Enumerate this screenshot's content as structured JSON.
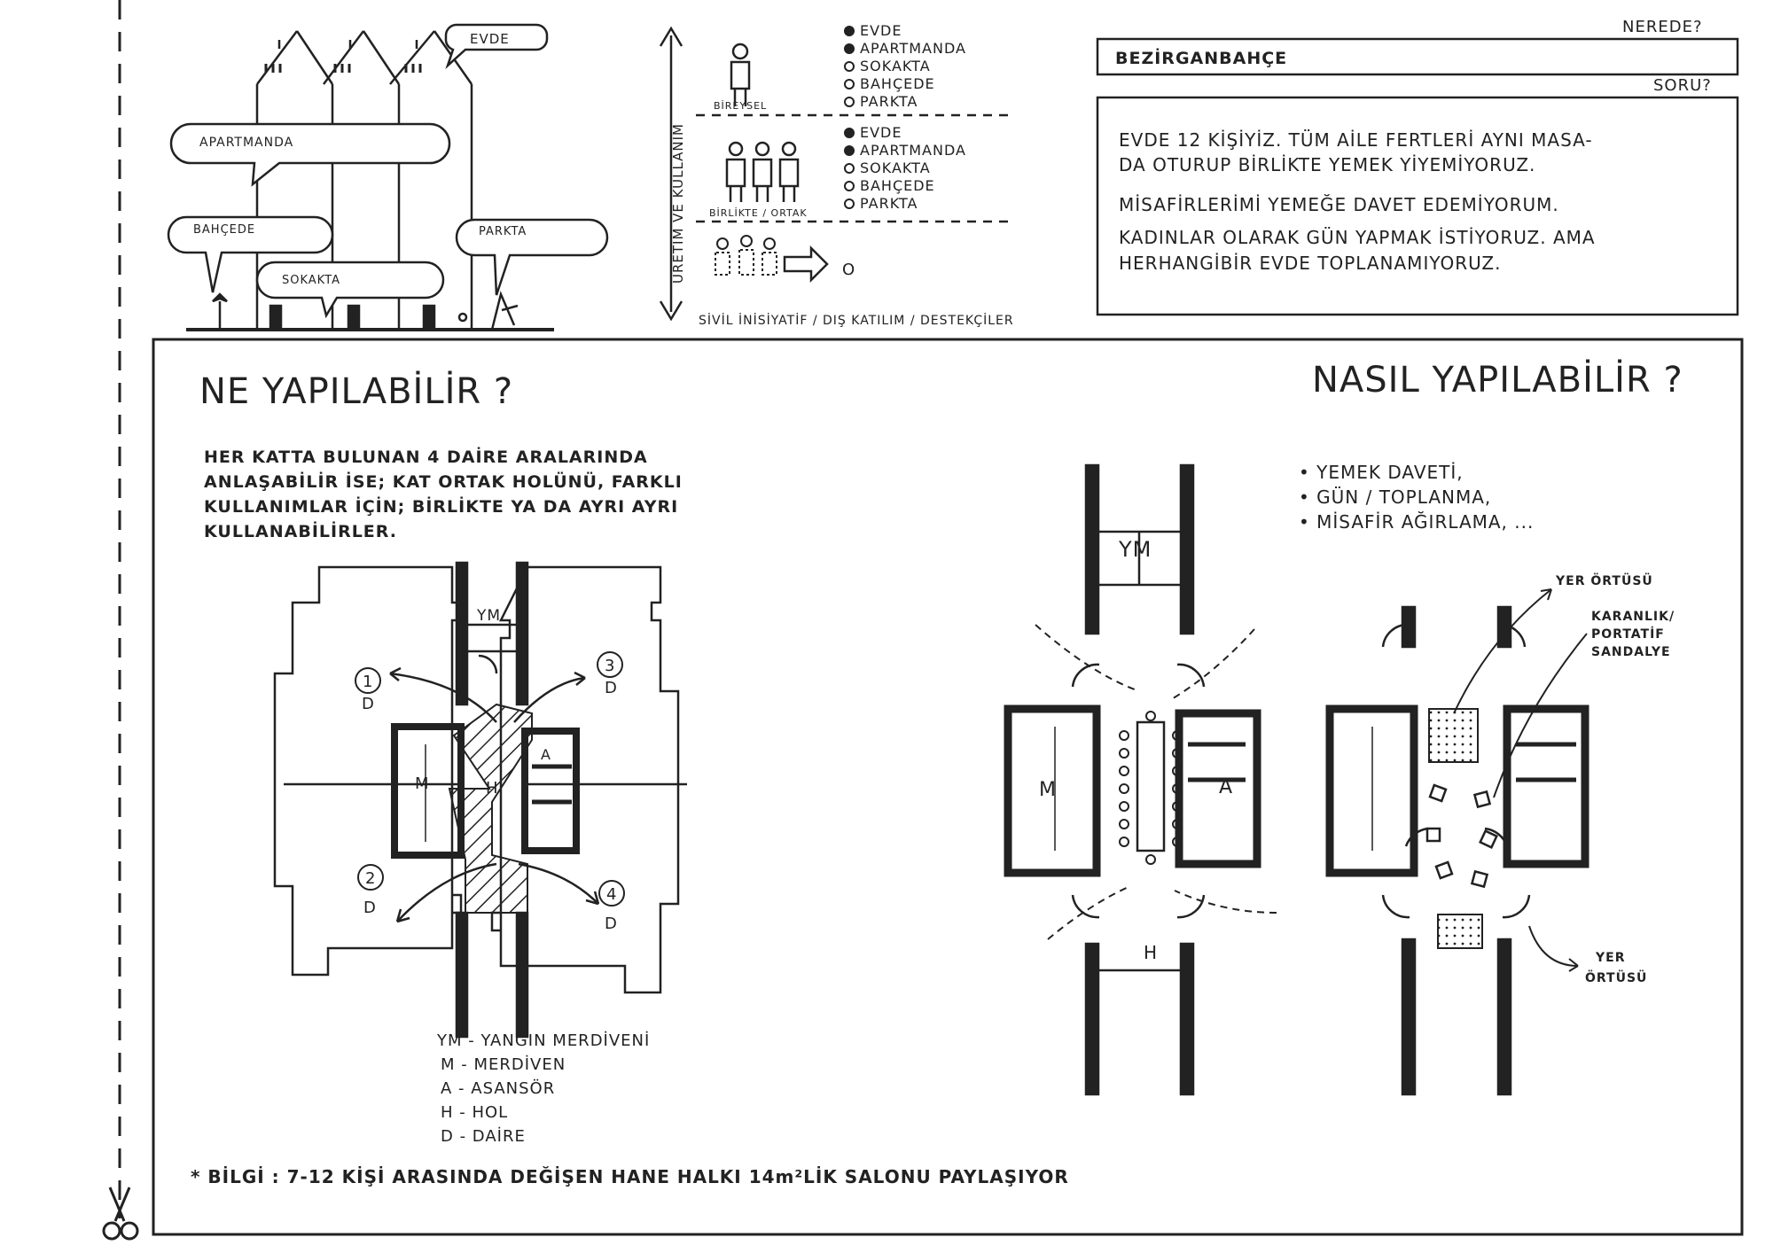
{
  "top_left": {
    "bubbles": [
      "EVDE",
      "APARTMANDA",
      "BAHÇEDE",
      "SOKAKTA",
      "PARKTA"
    ]
  },
  "legend_block": {
    "vertical_label": "ÜRETİM VE KULLANIM",
    "bottom_label": "SİVİL İNİSİYATİF / DIŞ KATILIM / DESTEKÇİLER",
    "group1_label": "BİREYSEL",
    "group2_label": "BİRLİKTE / ORTAK",
    "group1_items": [
      {
        "label": "EVDE",
        "filled": true
      },
      {
        "label": "APARTMANDA",
        "filled": true
      },
      {
        "label": "SOKAKTA",
        "filled": false
      },
      {
        "label": "BAHÇEDE",
        "filled": false
      },
      {
        "label": "PARKTA",
        "filled": false
      }
    ],
    "group2_items": [
      {
        "label": "EVDE",
        "filled": true
      },
      {
        "label": "APARTMANDA",
        "filled": true
      },
      {
        "label": "SOKAKTA",
        "filled": false
      },
      {
        "label": "BAHÇEDE",
        "filled": false
      },
      {
        "label": "PARKTA",
        "filled": false
      }
    ],
    "group3_item": "O"
  },
  "where": {
    "label": "NEREDE?",
    "value": "BEZİRGANBAHÇE"
  },
  "question": {
    "label": "SORU?",
    "lines": [
      "EVDE 12 KİŞİYİZ. TÜM AİLE FERTLERİ AYNI MASA-",
      "DA OTURUP BİRLİKTE YEMEK YİYEMİYORUZ.",
      "MİSAFİRLERİMİ YEMEĞE DAVET EDEMİYORUM.",
      "KADINLAR OLARAK GÜN YAPMAK İSTİYORUZ. AMA",
      "HERHANGİBİR EVDE TOPLANAMIYORUZ."
    ]
  },
  "main": {
    "title_left": "NE YAPILABİLİR ?",
    "title_right": "NASIL YAPILABİLİR ?",
    "description": [
      "HER KATTA BULUNAN 4 DAİRE ARALARINDA",
      "ANLAŞABİLİR İSE; KAT ORTAK HOLÜNÜ, FARKLI",
      "KULLANIMLAR İÇİN; BİRLİKTE YA DA AYRI AYRI",
      "KULLANABİLİRLER."
    ],
    "uses": [
      "• YEMEK DAVETİ,",
      "• GÜN / TOPLANMA,",
      "• MİSAFİR AĞIRLAMA, ..."
    ],
    "plan_labels": {
      "ym": "YM",
      "m": "M",
      "a": "A",
      "h": "H",
      "d1": "1",
      "d2": "2",
      "d3": "3",
      "d4": "4",
      "d": "D"
    },
    "key": [
      "YM - YANGIN MERDİVENİ",
      "M - MERDİVEN",
      "A - ASANSÖR",
      "H - HOL",
      "D - DAİRE"
    ],
    "annotations": {
      "yer_ortusu_top": "YER ÖRTÜSÜ",
      "karanlik_line1": "KARANLIK/",
      "karanlik_line2": "PORTATİF",
      "karanlik_line3": "SANDALYE",
      "yer_ortusu_bottom_1": "YER",
      "yer_ortusu_bottom_2": "ÖRTÜSÜ"
    },
    "note": "* BİLGİ : 7-12 KİŞİ ARASINDA DEĞİŞEN HANE HALKI 14m²LİK SALONU PAYLAŞIYOR"
  }
}
